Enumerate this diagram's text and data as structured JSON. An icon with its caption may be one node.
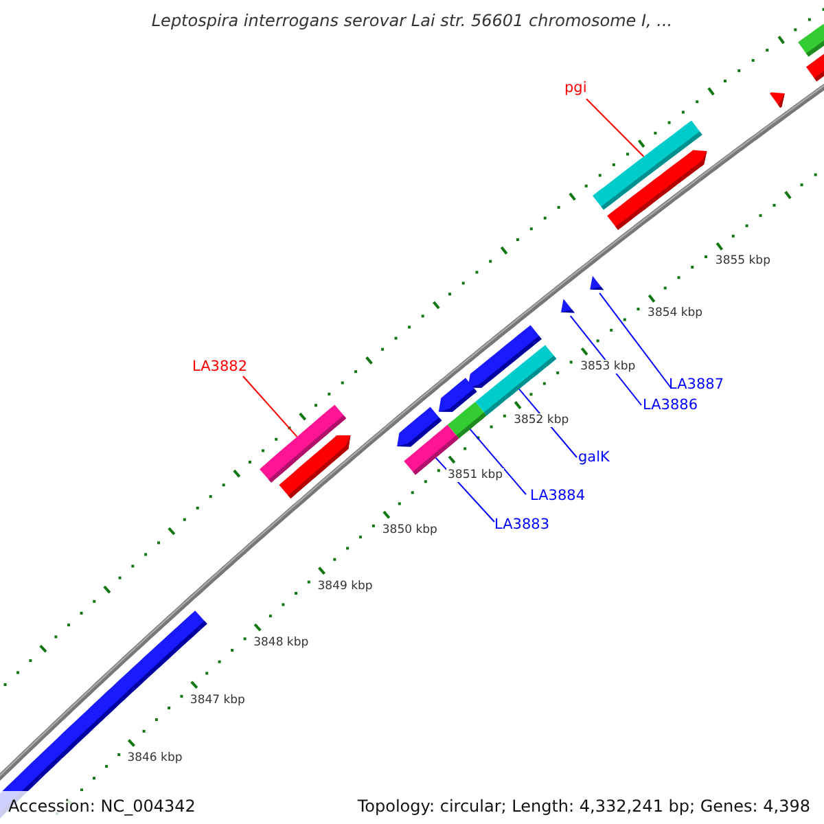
{
  "diagram": {
    "title": "Leptospira interrogans serovar Lai str. 56601 chromosome I, ...",
    "nodes": [
      {
        "text": [
          "pgi"
        ]
      },
      {
        "text": [
          "LA3882"
        ]
      },
      {
        "text": [
          "LA3887"
        ]
      },
      {
        "text": [
          "LA3886"
        ]
      },
      {
        "text": [
          "galK"
        ]
      },
      {
        "text": [
          "LA3884"
        ]
      },
      {
        "text": [
          "LA3883"
        ]
      },
      {
        "text": [],
        "shape": "bar"
      },
      {
        "text": [],
        "shape": "bar"
      },
      {
        "text": [],
        "shape": "bar"
      },
      {
        "text": [],
        "shape": "bar"
      },
      {
        "text": [],
        "shape": "bar"
      },
      {
        "text": [],
        "shape": "bar"
      },
      {
        "text": [],
        "shape": "bar"
      },
      {
        "text": [],
        "shape": "bar"
      },
      {
        "text": [],
        "shape": "bar"
      },
      {
        "text": [],
        "shape": "bar"
      },
      {
        "text": [],
        "shape": "bar"
      },
      {
        "text": [],
        "shape": "bar"
      },
      {
        "text": [],
        "shape": "bar"
      },
      {
        "text": [],
        "shape": "bar"
      },
      {
        "text": [],
        "shape": "bar"
      },
      {
        "text": [],
        "shape": "bar"
      }
    ],
    "edges": [
      {
        "from": 0,
        "to": 10,
        "arrow": "none",
        "color": "#ff0000"
      },
      {
        "from": 1,
        "to": 20,
        "arrow": "none",
        "color": "#ff0000"
      },
      {
        "from": 2,
        "to": 12,
        "arrow": "none"
      },
      {
        "from": 3,
        "to": 13,
        "arrow": "none"
      },
      {
        "from": 4,
        "to": 16,
        "arrow": "none"
      },
      {
        "from": 5,
        "to": 17,
        "arrow": "none"
      },
      {
        "from": 6,
        "to": 19,
        "arrow": "none"
      }
    ],
    "labels": [
      "3855 kbp",
      "3854 kbp",
      "3853 kbp",
      "3852 kbp",
      "3851 kbp",
      "3850 kbp",
      "3849 kbp",
      "3848 kbp",
      "3847 kbp",
      "3846 kbp",
      "Accession: NC_004342",
      "Topology: circular; Length: 4,332,241 bp; Genes: 4,398"
    ]
  }
}
